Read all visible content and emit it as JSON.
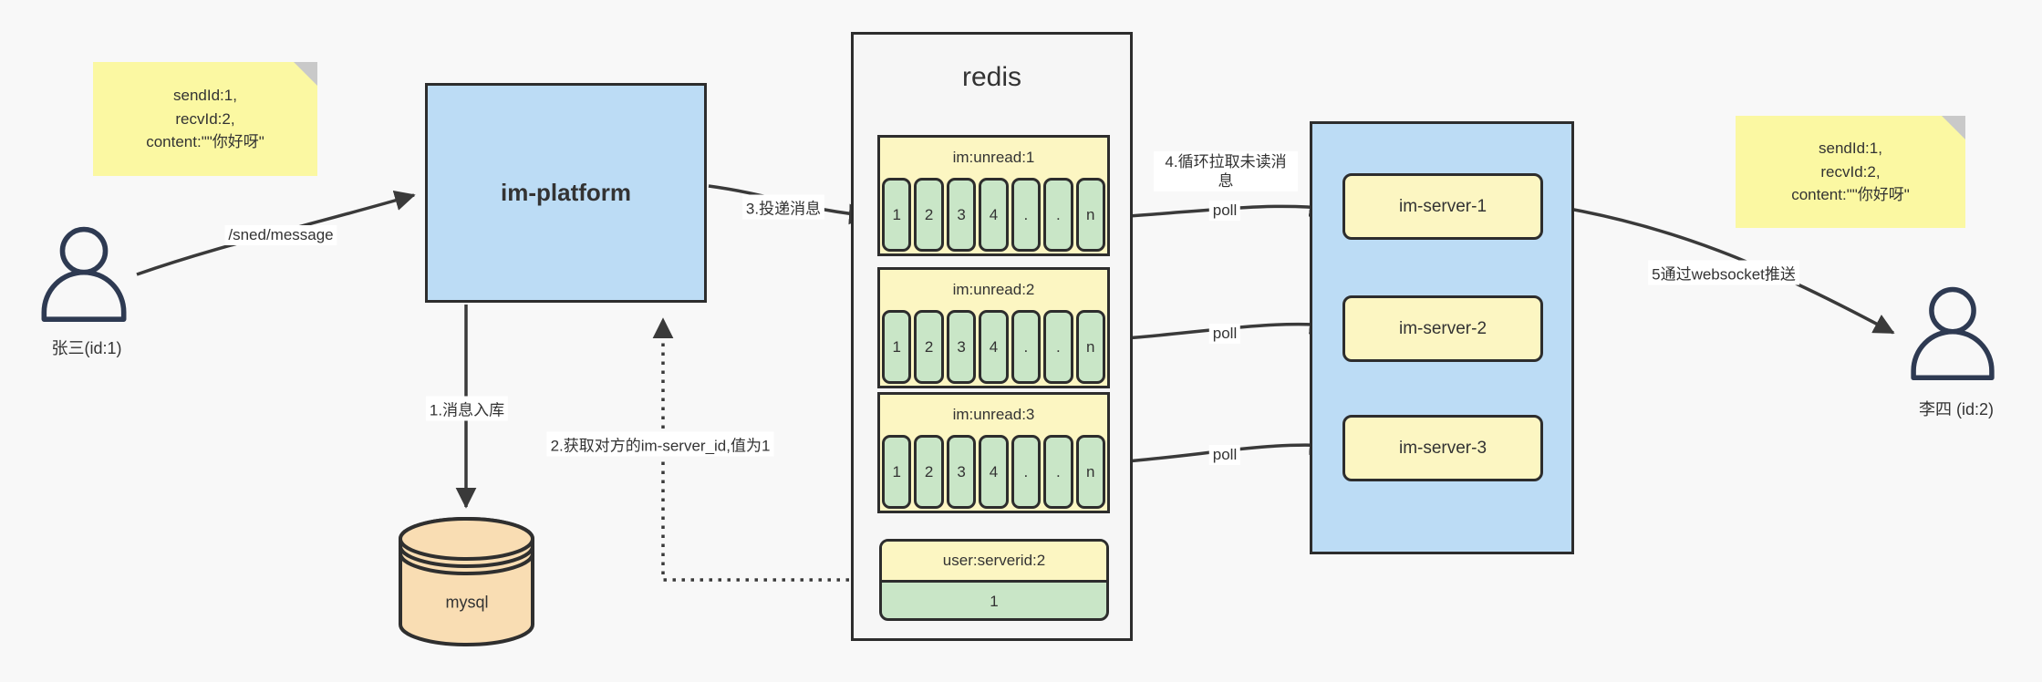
{
  "colors": {
    "background": "#f8f8f8",
    "blue_fill": "#bcdcf5",
    "pale_yellow_fill": "#fcf6c2",
    "green_fill": "#c9e6c7",
    "note_yellow": "#fbf8a2",
    "mysql_orange": "#f9ddb3",
    "border_dark": "#2d2d2d",
    "edge_stroke": "#3a3a3a"
  },
  "actors": {
    "sender": {
      "label": "张三(id:1)"
    },
    "receiver": {
      "label": "李四 (id:2)"
    }
  },
  "notes": {
    "left": {
      "lines": [
        "sendId:1,",
        "recvId:2,",
        "content:\"\"你好呀\""
      ]
    },
    "right": {
      "lines": [
        "sendId:1,",
        "recvId:2,",
        "content:\"\"你好呀\""
      ]
    }
  },
  "nodes": {
    "im_platform": {
      "label": "im-platform"
    },
    "mysql": {
      "label": "mysql"
    },
    "redis": {
      "title": "redis",
      "queues": [
        {
          "header": "im:unread:1",
          "cells": [
            "1",
            "2",
            "3",
            "4",
            ".",
            ".",
            "n"
          ]
        },
        {
          "header": "im:unread:2",
          "cells": [
            "1",
            "2",
            "3",
            "4",
            ".",
            ".",
            "n"
          ]
        },
        {
          "header": "im:unread:3",
          "cells": [
            "1",
            "2",
            "3",
            "4",
            ".",
            ".",
            "n"
          ]
        }
      ],
      "kv": {
        "header": "user:serverid:2",
        "value": "1"
      }
    },
    "server_group": {
      "servers": [
        {
          "label": "im-server-1"
        },
        {
          "label": "im-server-2"
        },
        {
          "label": "im-server-3"
        }
      ]
    }
  },
  "edges": {
    "send_message": {
      "label": "/sned/message"
    },
    "store_message": {
      "label": "1.消息入库"
    },
    "get_server_id": {
      "label": "2.获取对方的im-server_id,值为1"
    },
    "deliver": {
      "label": "3.投递消息"
    },
    "poll_note": {
      "label": "4.循环拉取未读消息"
    },
    "poll1": {
      "label": "poll"
    },
    "poll2": {
      "label": "poll"
    },
    "poll3": {
      "label": "poll"
    },
    "push": {
      "label": "5通过websocket推送"
    }
  }
}
